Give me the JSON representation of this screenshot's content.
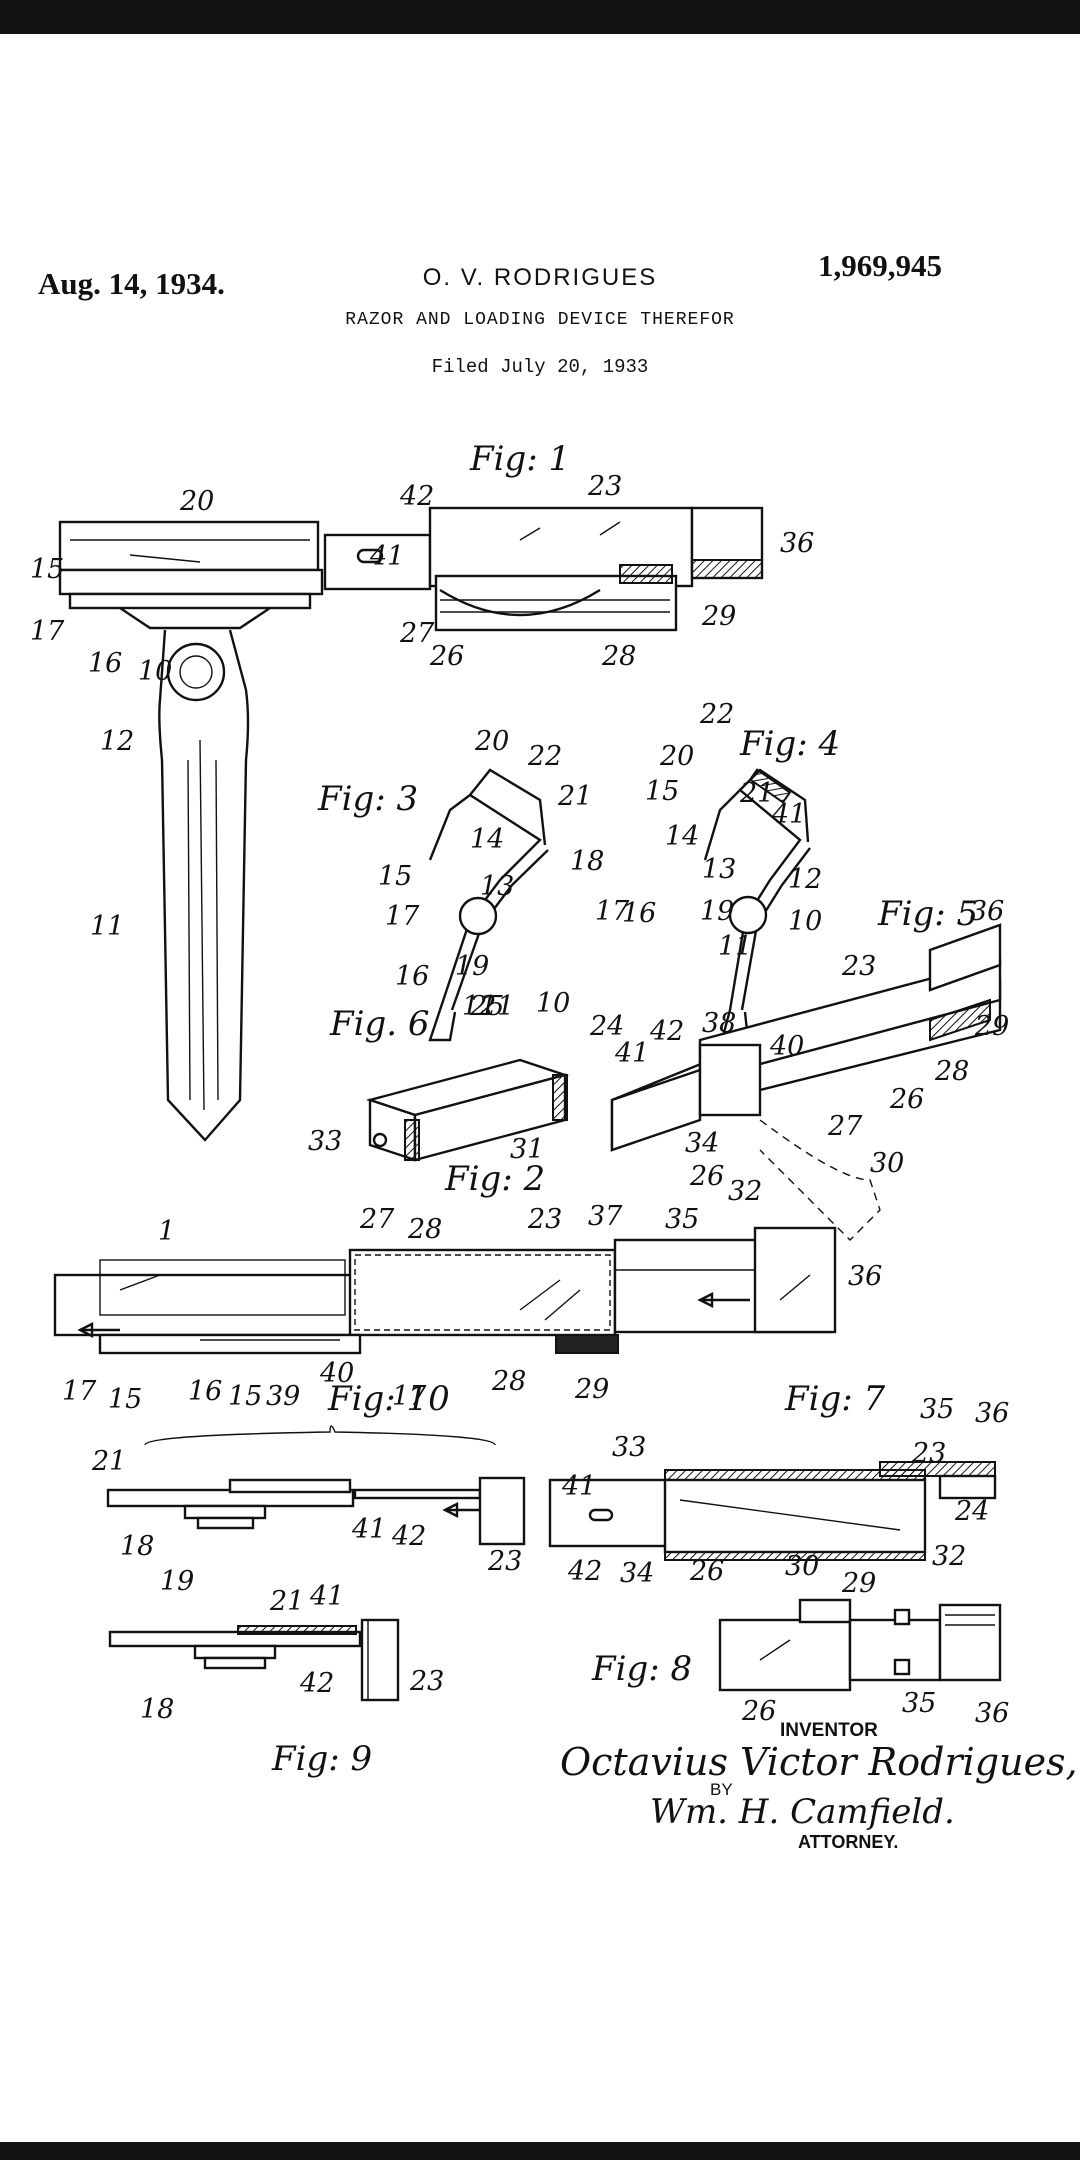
{
  "header": {
    "date": "Aug. 14, 1934.",
    "inventor": "O. V. RODRIGUES",
    "patent_number": "1,969,945",
    "title": "RAZOR AND LOADING DEVICE THEREFOR",
    "filed": "Filed July 20, 1933"
  },
  "figures": {
    "fig1": "Fig: 1",
    "fig2": "Fig: 2",
    "fig3": "Fig: 3",
    "fig4": "Fig: 4",
    "fig5": "Fig: 5",
    "fig6": "Fig. 6",
    "fig7": "Fig: 7",
    "fig8": "Fig: 8",
    "fig9": "Fig: 9",
    "fig10": "Fig: 10"
  },
  "refs": {
    "fig1": [
      "20",
      "41",
      "42",
      "23",
      "36",
      "15",
      "17",
      "16",
      "10",
      "27",
      "26",
      "28",
      "29",
      "12",
      "11"
    ],
    "fig3": [
      "20",
      "22",
      "21",
      "18",
      "15",
      "14",
      "17",
      "16",
      "13",
      "19",
      "12",
      "11",
      "10"
    ],
    "fig4": [
      "22",
      "20",
      "15",
      "21",
      "41",
      "14",
      "17",
      "16",
      "13",
      "12",
      "19",
      "10",
      "11"
    ],
    "fig5": [
      "36",
      "23",
      "29",
      "28",
      "42",
      "38",
      "40",
      "41",
      "26",
      "34",
      "27",
      "26",
      "32",
      "30"
    ],
    "fig6": [
      "25",
      "24",
      "31",
      "33"
    ],
    "fig2": [
      "1",
      "27",
      "28",
      "23",
      "37",
      "35",
      "36",
      "17",
      "15",
      "16",
      "15",
      "39",
      "40",
      "17",
      "28",
      "29"
    ],
    "fig10": [
      "21",
      "18",
      "19",
      "41",
      "42",
      "23"
    ],
    "fig7": [
      "35",
      "36",
      "33",
      "23",
      "41",
      "24",
      "42",
      "34",
      "26",
      "30",
      "32"
    ],
    "fig9": [
      "21",
      "41",
      "18",
      "42",
      "23"
    ],
    "fig8": [
      "29",
      "26",
      "35",
      "36"
    ]
  },
  "signature": {
    "inventor_label": "INVENTOR",
    "inventor_name": "Octavius Victor Rodrigues,",
    "by_label": "BY",
    "attorney_name": "Wm. H. Camfield.",
    "attorney_label": "ATTORNEY."
  }
}
